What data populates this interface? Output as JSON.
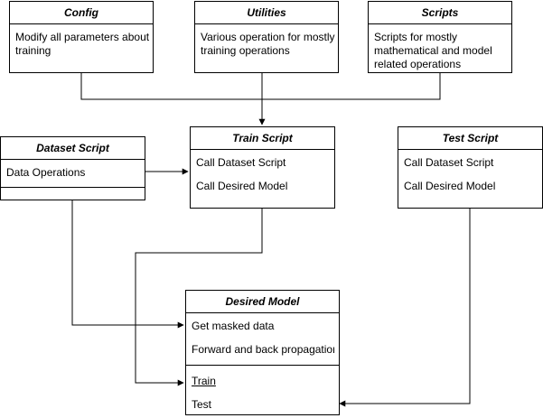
{
  "config": {
    "title": "Config",
    "desc": "Modify all parameters about training"
  },
  "utilities": {
    "title": "Utilities",
    "desc": "Various operation for mostly training operations"
  },
  "scripts": {
    "title": "Scripts",
    "desc": "Scripts for mostly mathematical and model related operations"
  },
  "dataset_script": {
    "title": "Dataset Script",
    "items": [
      "Data Operations"
    ]
  },
  "train_script": {
    "title": "Train Script",
    "items": [
      "Call Dataset Script",
      "Call Desired Model"
    ]
  },
  "test_script": {
    "title": "Test Script",
    "items": [
      "Call Dataset Script",
      "Call Desired Model"
    ]
  },
  "desired_model": {
    "title": "Desired Model",
    "attributes": [
      "Get masked data",
      "Forward and back propagation"
    ],
    "methods": [
      "Train",
      "Test"
    ]
  }
}
